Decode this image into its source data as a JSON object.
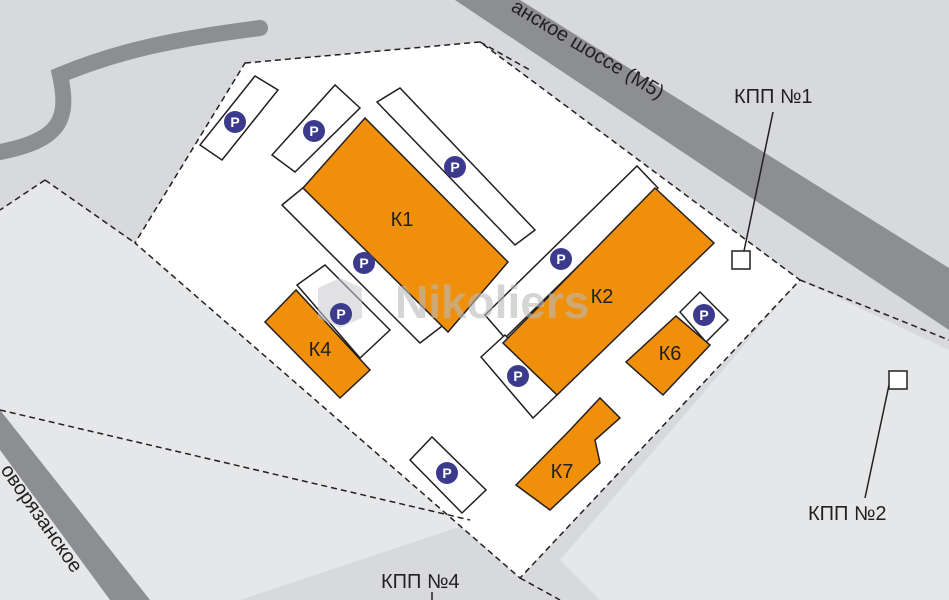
{
  "roads": {
    "highway_label": "анское шоссе (М5)",
    "side_road_label": "оворязанское"
  },
  "buildings": [
    {
      "id": "k1",
      "label": "К1"
    },
    {
      "id": "k2",
      "label": "К2"
    },
    {
      "id": "k4",
      "label": "К4"
    },
    {
      "id": "k6",
      "label": "К6"
    },
    {
      "id": "k7",
      "label": "К7"
    }
  ],
  "checkpoints": [
    {
      "id": "kpp1",
      "label": "КПП №1"
    },
    {
      "id": "kpp2",
      "label": "КПП №2"
    },
    {
      "id": "kpp4",
      "label": "КПП №4"
    }
  ],
  "parking_symbol": "P",
  "watermark": "Nikoliers",
  "colors": {
    "building": "#f0900a",
    "site": "#ffffff",
    "road": "#8d8e91",
    "ground": "#d8d9dc",
    "parking": "#3b3a8c"
  }
}
